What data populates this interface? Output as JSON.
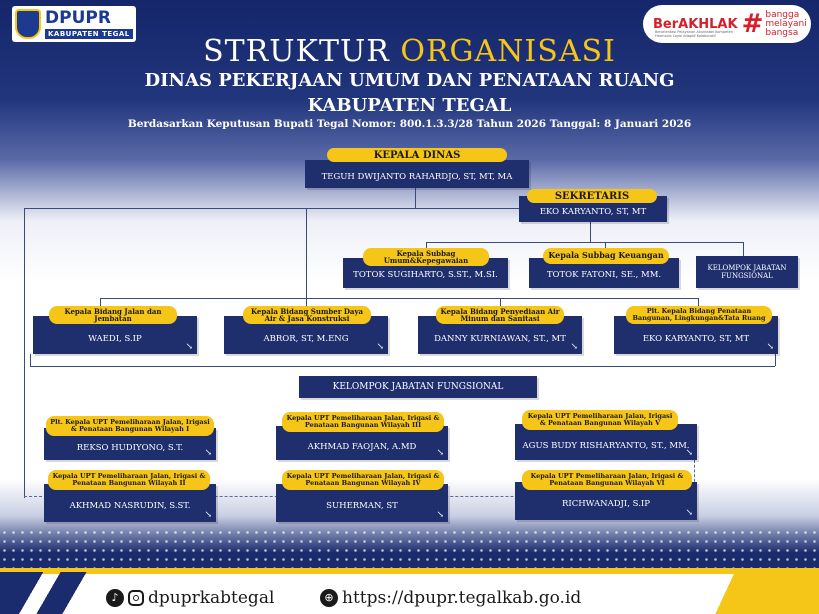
{
  "header": {
    "logo_text": "DPUPR",
    "logo_sub": "KABUPATEN TEGAL",
    "berakhlak_word": "BerAKHLAK",
    "berakhlak_sub": "Berorientasi Pelayanan Akuntabel Kompeten Harmonis Loyal Adaptif Kolaboratif",
    "tagline": [
      "bangga",
      "melayani",
      "bangsa"
    ],
    "title_part1": "STRUKTUR ",
    "title_part2": "ORGANISASI",
    "title_line2": "DINAS PEKERJAAN UMUM DAN PENATAAN RUANG",
    "title_line3": "KABUPATEN TEGAL",
    "decree": "Berdasarkan Keputusan Bupati Tegal Nomor: 800.1.3.3/28 Tahun 2026 Tanggal: 8 Januari 2026"
  },
  "org": {
    "kepala": {
      "role": "KEPALA DINAS",
      "name": "TEGUH DWIJANTO RAHARDJO, ST, MT, MA"
    },
    "sekretaris": {
      "role": "SEKRETARIS",
      "name": "EKO KARYANTO, ST, MT"
    },
    "subbag_umum": {
      "role": "Kepala Subbag Umum&Kepegawaian",
      "name": "TOTOK SUGIHARTO, S.ST., M.SI."
    },
    "subbag_keuangan": {
      "role": "Kepala Subbag Keuangan",
      "name": "TOTOK FATONI, SE., MM."
    },
    "jf_top": "KELOMPOK JABATAN FUNGSIONAL",
    "bidang_jalan": {
      "role": "Kepala Bidang Jalan dan Jembatan",
      "name": "WAEDI, S.IP"
    },
    "bidang_sda": {
      "role": "Kepala Bidang Sumber Daya Air & Jasa Konstruksi",
      "name": "ABROR, ST, M.ENG"
    },
    "bidang_airminum": {
      "role": "Kepala Bidang Penyediaan Air Minum dan Sanitasi",
      "name": "DANNY KURNIAWAN, ST., MT"
    },
    "bidang_bangunan": {
      "role": "Plt. Kepala Bidang Penataan Bangunan, Lingkungan&Tata Ruang",
      "name": "EKO KARYANTO, ST, MT"
    },
    "jf_mid": "KELOMPOK JABATAN FUNGSIONAL",
    "upt1": {
      "role": "Plt. Kepala UPT Pemeliharaan Jalan, Irigasi & Penataan Bangunan Wilayah I",
      "name": "REKSO HUDIYONO, S.T."
    },
    "upt2": {
      "role": "Kepala UPT Pemeliharaan Jalan, Irigasi & Penataan Bangunan Wilayah II",
      "name": "AKHMAD NASRUDIN, S.ST."
    },
    "upt3": {
      "role": "Kepala UPT Pemeliharaan Jalan, Irigasi & Penataan Bangunan Wilayah III",
      "name": "AKHMAD FAOJAN, A.MD"
    },
    "upt4": {
      "role": "Kepala UPT Pemeliharaan Jalan, Irigasi & Penataan Bangunan Wilayah IV",
      "name": "SUHERMAN, ST"
    },
    "upt5": {
      "role": "Kepala UPT Pemeliharaan Jalan, Irigasi & Penataan Bangunan Wilayah V",
      "name": "AGUS BUDY RISHARYANTO, ST., MM."
    },
    "upt6": {
      "role": "Kepala UPT Pemeliharaan Jalan, Irigasi & Penataan Bangunan Wilayah VI",
      "name": "RICHWANADJI, S.IP"
    }
  },
  "footer": {
    "social": "dpuprkabtegal",
    "website": "https://dpupr.tegalkab.go.id"
  },
  "icons": [
    "tiktok-icon",
    "instagram-icon",
    "globe-icon",
    "expand-arrow-icon"
  ],
  "colors": {
    "navy": "#1f2f6e",
    "gold": "#f5c518",
    "red": "#d4202a"
  }
}
